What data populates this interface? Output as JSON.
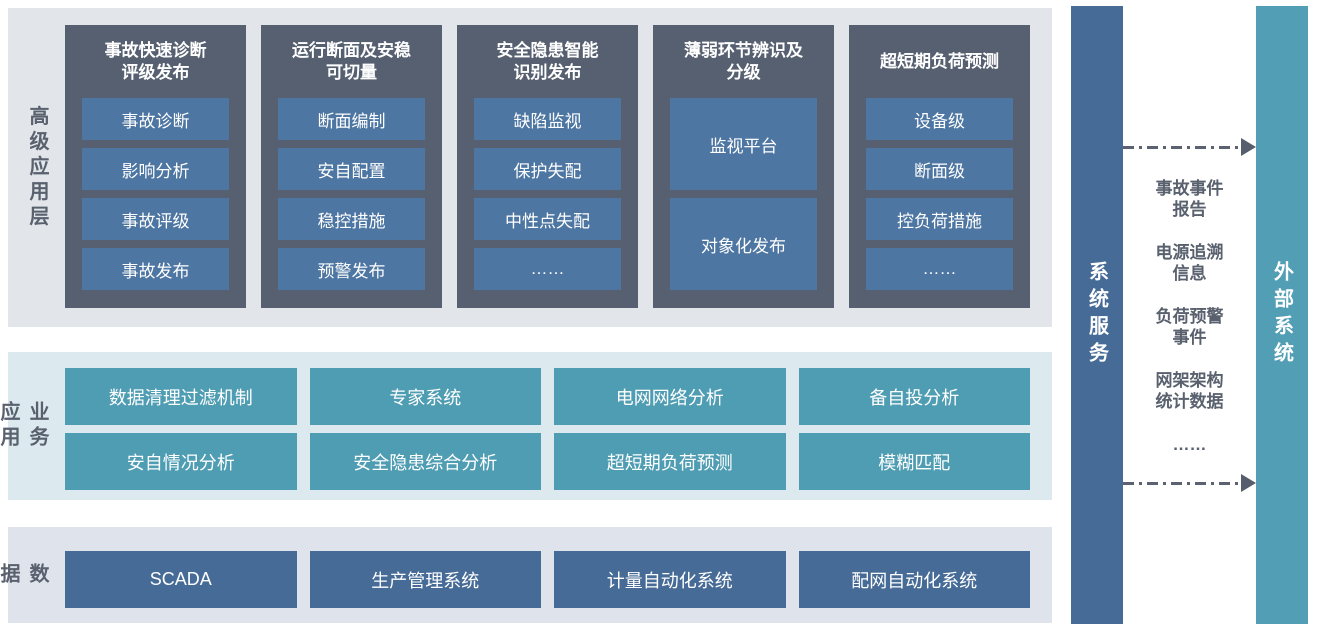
{
  "colors": {
    "top_section_bg": "#e2e6eb",
    "mid_section_bg": "#dce9ef",
    "bottom_section_bg": "#dfe3ec",
    "column_dark": "#566070",
    "cell_steel_blue": "#4d76a2",
    "cell_teal": "#4f9db3",
    "cell_blue": "#466b96",
    "external_bar_teal": "#529eb4",
    "label_gray": "#59616e",
    "arrow_gray": "#5a6270",
    "text_white": "#ffffff"
  },
  "advanced_layer": {
    "label": "高级应用层",
    "columns": [
      {
        "title": "事故快速诊断\n评级发布",
        "items": [
          "事故诊断",
          "影响分析",
          "事故评级",
          "事故发布"
        ]
      },
      {
        "title": "运行断面及安稳\n可切量",
        "items": [
          "断面编制",
          "安自配置",
          "稳控措施",
          "预警发布"
        ]
      },
      {
        "title": "安全隐患智能\n识别发布",
        "items": [
          "缺陷监视",
          "保护失配",
          "中性点失配",
          "……"
        ]
      },
      {
        "title": "薄弱环节辨识及\n分级",
        "items": [
          "监视平台",
          "对象化发布"
        ]
      },
      {
        "title": "超短期负荷预测",
        "items": [
          "设备级",
          "断面级",
          "控负荷措施",
          "……"
        ]
      }
    ]
  },
  "business_layer": {
    "label": "业务应用层",
    "rows": [
      [
        "数据清理过滤机制",
        "专家系统",
        "电网网络分析",
        "备自投分析"
      ],
      [
        "安自情况分析",
        "安全隐患综合分析",
        "超短期负荷预测",
        "模糊匹配"
      ]
    ]
  },
  "data_layer": {
    "label": "数据层",
    "items": [
      "SCADA",
      "生产管理系统",
      "计量自动化系统",
      "配网自动化系统"
    ]
  },
  "system_service_bar": {
    "label": "系统服务"
  },
  "external_system_bar": {
    "label": "外部系统"
  },
  "exchange": {
    "items": [
      "事故事件\n报告",
      "电源追溯\n信息",
      "负荷预警\n事件",
      "网架架构\n统计数据",
      "……"
    ]
  }
}
